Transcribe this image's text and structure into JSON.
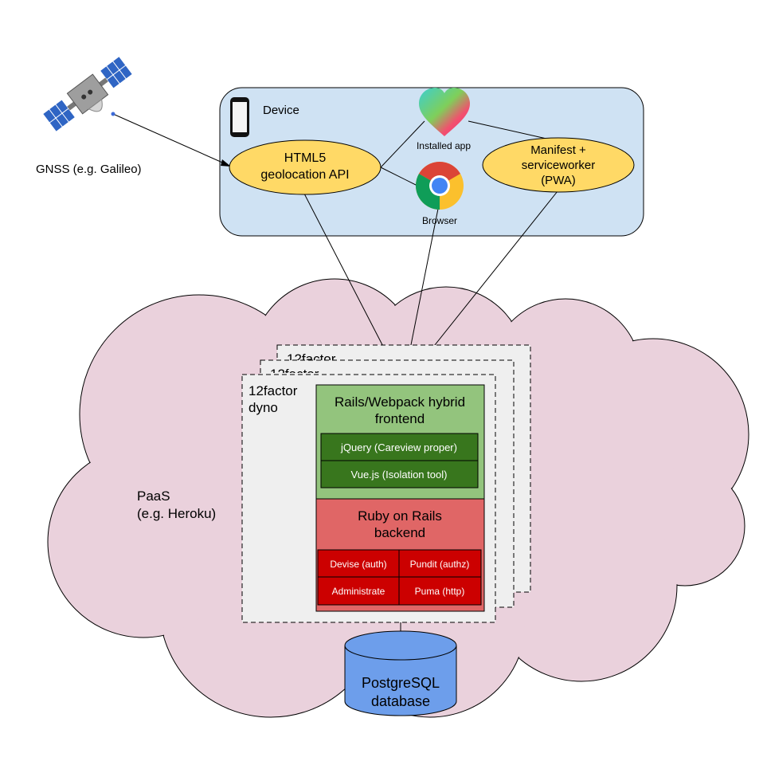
{
  "labels": {
    "gnss": "GNSS (e.g. Galileo)",
    "device": "Device",
    "geo_line1": "HTML5",
    "geo_line2": "geolocation API",
    "installed_app": "Installed app",
    "browser": "Browser",
    "manifest_line1": "Manifest +",
    "manifest_line2": "serviceworker",
    "manifest_line3": "(PWA)",
    "dyno_back1": "12factor",
    "dyno_back2": "12factor",
    "dyno_line1": "12factor",
    "dyno_line2": "dyno",
    "paas_line1": "PaaS",
    "paas_line2": "(e.g. Heroku)",
    "frontend_line1": "Rails/Webpack hybrid",
    "frontend_line2": "frontend",
    "jquery": "jQuery (Careview proper)",
    "vue": "Vue.js (Isolation tool)",
    "backend_line1": "Ruby on Rails",
    "backend_line2": "backend",
    "devise": "Devise (auth)",
    "pundit": "Pundit (authz)",
    "administrate": "Administrate",
    "puma": "Puma (http)",
    "db_line1": "PostgreSQL",
    "db_line2": "database"
  },
  "icons": {
    "satellite": "satellite-icon",
    "phone": "smartphone-icon",
    "heart": "heart-app-icon",
    "chrome": "chrome-icon"
  },
  "colors": {
    "device_fill": "#cfe2f3",
    "cloud_fill": "#ead1dc",
    "ellipse_fill": "#ffd966",
    "frontend_fill": "#93c47d",
    "frontend_item_fill": "#38761d",
    "backend_fill": "#e06666",
    "backend_item_fill": "#cc0000",
    "db_fill": "#6d9eeb",
    "dyno_fill": "#efefef"
  }
}
